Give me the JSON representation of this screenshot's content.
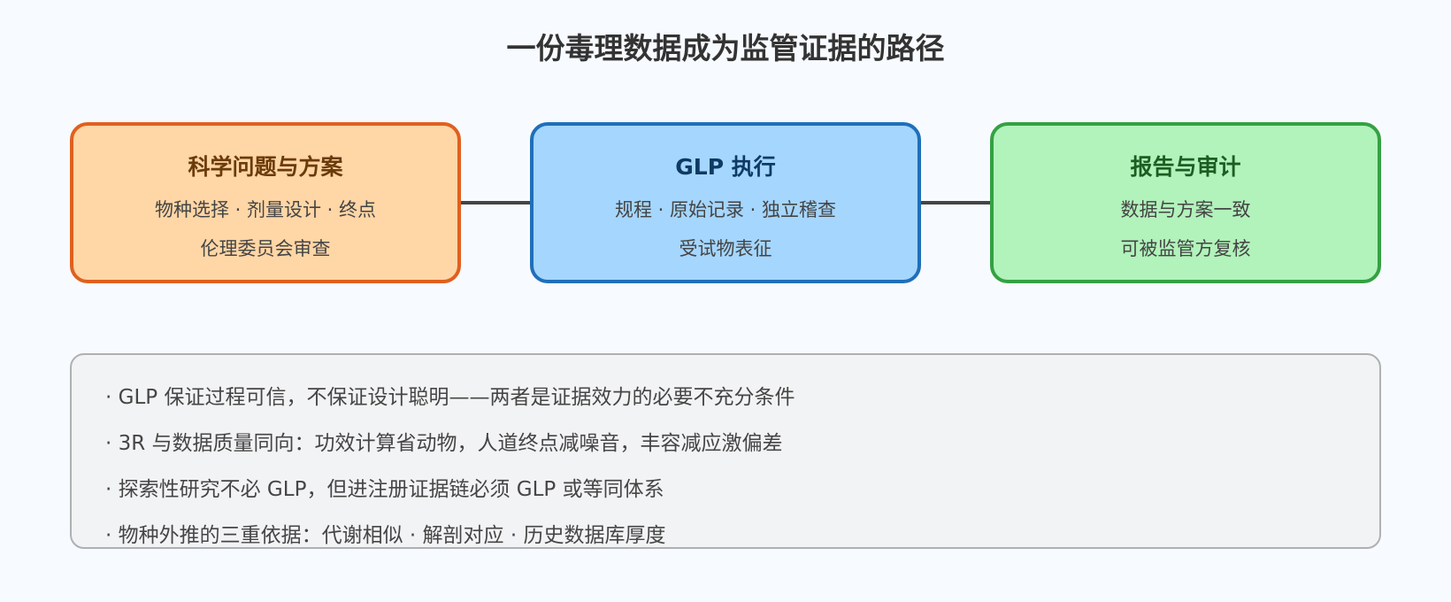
{
  "title": "一份毒理数据成为监管证据的路径",
  "boxes": [
    {
      "title": "科学问题与方案",
      "line1": "物种选择 · 剂量设计 · 终点",
      "line2": "伦理委员会审查",
      "border_color": "#e0601e",
      "fill_color": "#ffd6a6",
      "title_color": "#6b3b0a"
    },
    {
      "title": "GLP 执行",
      "line1": "规程 · 原始记录 · 独立稽查",
      "line2": "受试物表征",
      "border_color": "#1f6fba",
      "fill_color": "#a5d6fd",
      "title_color": "#0e3a63"
    },
    {
      "title": "报告与审计",
      "line1": "数据与方案一致",
      "line2": "可被监管方复核",
      "border_color": "#34a143",
      "fill_color": "#b2f2bb",
      "title_color": "#1b5e22"
    }
  ],
  "notes": [
    "· GLP 保证过程可信，不保证设计聪明——两者是证据效力的必要不充分条件",
    "· 3R 与数据质量同向：功效计算省动物，人道终点减噪音，丰容减应激偏差",
    "· 探索性研究不必 GLP，但进注册证据链必须 GLP 或等同体系",
    "· 物种外推的三重依据：代谢相似 · 解剖对应 · 历史数据库厚度"
  ]
}
